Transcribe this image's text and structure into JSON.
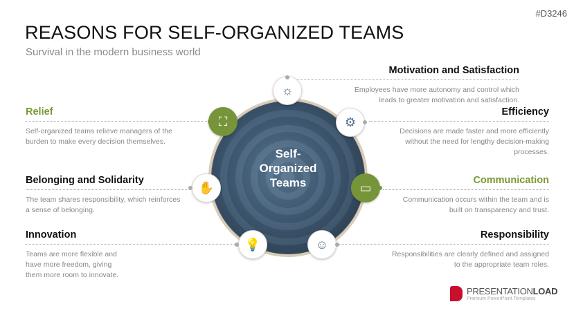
{
  "code": "#D3246",
  "title": "REASONS FOR SELF-ORGANIZED TEAMS",
  "subtitle": "Survival in the modern business world",
  "center": {
    "line1": "Self-",
    "line2": "Organized",
    "line3": "Teams"
  },
  "items": [
    {
      "title": "Motivation and Satisfaction",
      "text": "Employees have more autonomy and control which leads to greater motivation and satisfaction."
    },
    {
      "title": "Relief",
      "text": "Self-organized teams relieve managers of the burden to make every decision themselves."
    },
    {
      "title": "Efficiency",
      "text": "Decisions are made faster and more efficiently without the need for lengthy decision-making processes."
    },
    {
      "title": "Belonging and Solidarity",
      "text": "The team shares responsibility, which reinforces a sense of belonging."
    },
    {
      "title": "Communication",
      "text": "Communication occurs within the team and is built on transparency and trust."
    },
    {
      "title": "Innovation",
      "text": "Teams are more flexible and have more freedom, giving them more room to innovate."
    },
    {
      "title": "Responsibility",
      "text": "Responsibilities are clearly defined and assigned to the appropriate team roles."
    }
  ],
  "logo": {
    "name_light": "PRESENTATION",
    "name_bold": "LOAD",
    "tagline": "Premium PowerPoint Templates"
  },
  "colors": {
    "accent": "#76953a",
    "brand": "#c8102e"
  }
}
